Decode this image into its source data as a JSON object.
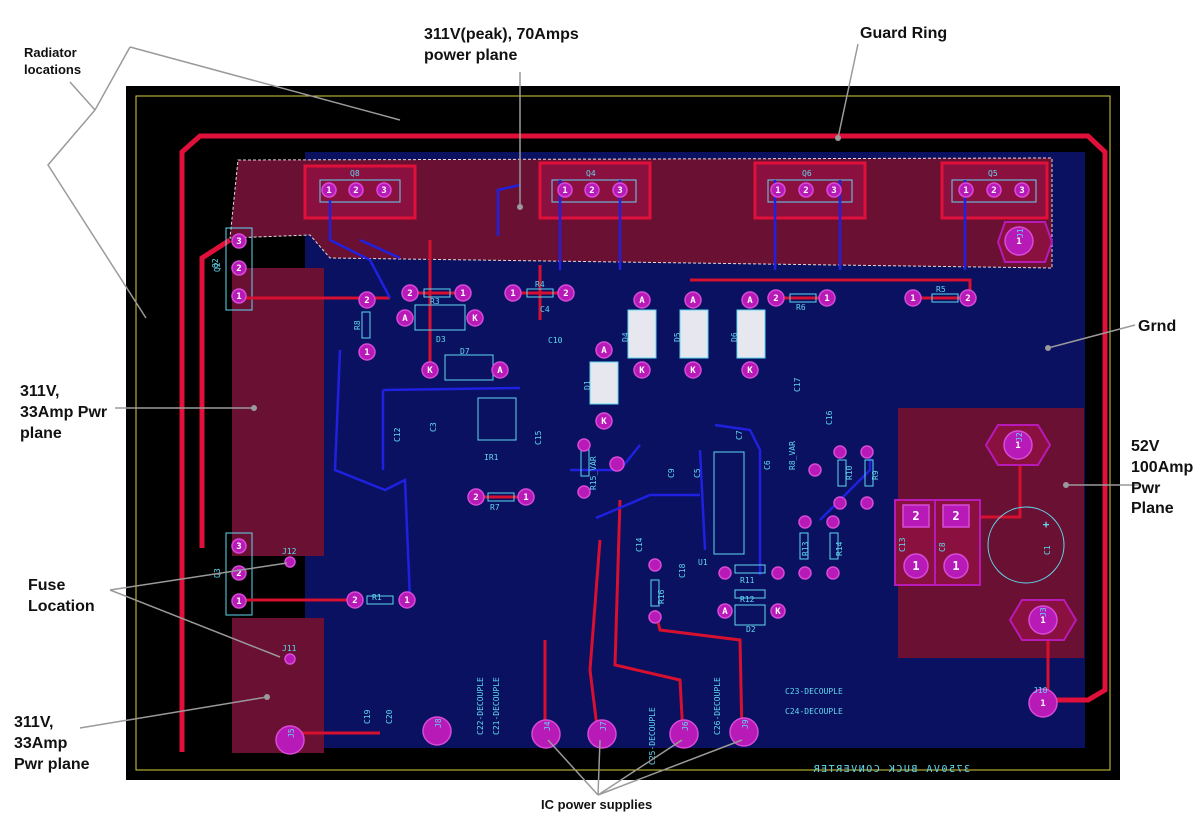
{
  "callouts": {
    "radiator": "Radiator\nlocations",
    "power_311_peak": "311V(peak), 70Amps\npower plane",
    "guard_ring": "Guard Ring",
    "grnd": "Grnd",
    "pwr_311_33_top": "311V,\n33Amp Pwr\nplane",
    "pwr_52_100": "52V\n100Amp\nPwr\nPlane",
    "fuse": "Fuse\nLocation",
    "pwr_311_33_bottom": "311V,\n33Amp\nPwr plane",
    "ic_supplies": "IC power supplies"
  },
  "board": {
    "silkscreen_title": "3750VA BUCK CONVERTER",
    "refs": {
      "q8": "Q8",
      "q4": "Q4",
      "q6": "Q6",
      "q5": "Q5",
      "q2": "Q2",
      "q3": "Q3",
      "r3": "R3",
      "r4": "R4",
      "r5": "R5",
      "r6": "R6",
      "r8": "R8",
      "r1": "R1",
      "r7": "R7",
      "r10": "R10",
      "r9": "R9",
      "r11": "R11",
      "r12": "R12",
      "r13": "R13",
      "r14": "R14",
      "r16": "R16",
      "r15": "R15_VAR",
      "r8var": "R8_VAR",
      "d3": "D3",
      "d7": "D7",
      "d4": "D4",
      "d5": "D5",
      "d6": "D6",
      "d1": "D1",
      "d2": "D2",
      "c4": "C4",
      "c10": "C10",
      "c3": "C3",
      "c12": "C12",
      "c15": "C15",
      "c7": "C7",
      "c6": "C6",
      "c17": "C17",
      "c16": "C16",
      "c9": "C9",
      "c5": "C5",
      "c14": "C14",
      "c18": "C18",
      "c13": "C13",
      "c8": "C8",
      "c1": "C1",
      "c19": "C19",
      "c20": "C20",
      "ir1": "IR1",
      "u1": "U1",
      "j12": "J12",
      "j11": "J11",
      "j1": "J1",
      "j2": "J2",
      "j3": "J3",
      "j10": "J10",
      "j5": "J5",
      "j8": "J8",
      "j4": "J4",
      "j7": "J7",
      "j6": "J6",
      "j9": "J9",
      "c22": "C22-DECOUPLE",
      "c21": "C21-DECOUPLE",
      "c25": "C25-DECOUPLE",
      "c26": "C26-DECOUPLE",
      "c23": "C23-DECOUPLE",
      "c24": "C24-DECOUPLE"
    },
    "pads": {
      "one": "1",
      "two": "2",
      "three": "3",
      "anode": "A",
      "cathode": "K",
      "plus": "+"
    }
  },
  "colors": {
    "board_black": "#000000",
    "ground_plane": "#0a1160",
    "guard_ring": "#e0103a",
    "power_plane": "#6a1032",
    "pad": "#b81ab8",
    "pad_ring": "#d84ad8",
    "trace_blue": "#2020e0",
    "trace_red": "#d81030",
    "silk_cyan": "#60d8f0",
    "outline_yellow": "#d8d040",
    "callout_line": "#9a9a9a"
  }
}
